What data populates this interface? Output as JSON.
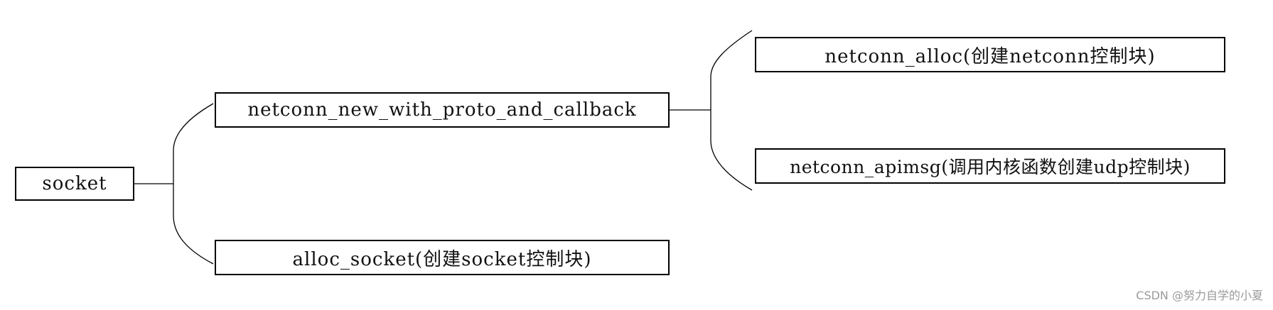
{
  "diagram": {
    "nodes": {
      "socket": {
        "label": "socket"
      },
      "netconn_new": {
        "label": "netconn_new_with_proto_and_callback"
      },
      "alloc_socket": {
        "label": "alloc_socket(创建socket控制块)"
      },
      "netconn_alloc": {
        "label": "netconn_alloc(创建netconn控制块)"
      },
      "netconn_apimsg": {
        "label": "netconn_apimsg(调用内核函数创建udp控制块)"
      }
    },
    "edges": [
      {
        "from": "socket",
        "to": "netconn_new"
      },
      {
        "from": "socket",
        "to": "alloc_socket"
      },
      {
        "from": "netconn_new",
        "to": "netconn_alloc"
      },
      {
        "from": "netconn_new",
        "to": "netconn_apimsg"
      }
    ],
    "line_color": "#000000"
  },
  "watermark": "CSDN @努力自学的小夏"
}
